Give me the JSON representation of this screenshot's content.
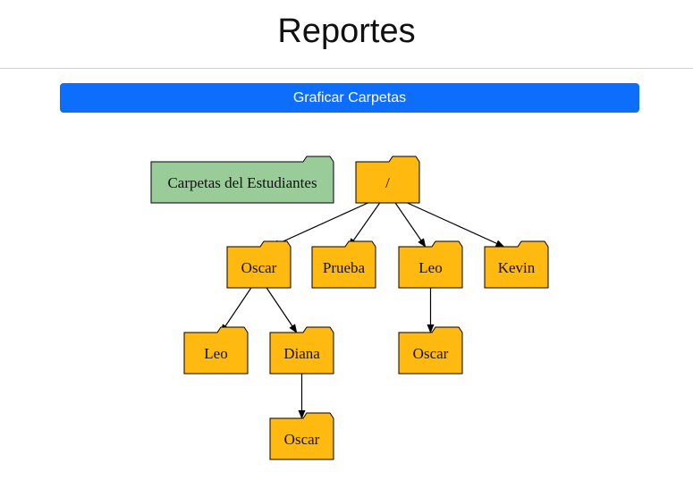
{
  "header": {
    "title": "Reportes"
  },
  "toolbar": {
    "graph_button_label": "Graficar Carpetas"
  },
  "colors": {
    "button_bg": "#0d6efd",
    "folder_fill": "#ffb90f",
    "legend_fill": "#99cc99",
    "stroke": "#000000"
  },
  "tree": {
    "legend": {
      "label": "Carpetas del Estudiantes"
    },
    "nodes": [
      {
        "id": "root",
        "label": "/"
      },
      {
        "id": "oscar",
        "label": "Oscar"
      },
      {
        "id": "prueba",
        "label": "Prueba"
      },
      {
        "id": "leo",
        "label": "Leo"
      },
      {
        "id": "kevin",
        "label": "Kevin"
      },
      {
        "id": "oscar-leo",
        "label": "Leo"
      },
      {
        "id": "oscar-diana",
        "label": "Diana"
      },
      {
        "id": "leo-oscar",
        "label": "Oscar"
      },
      {
        "id": "diana-oscar",
        "label": "Oscar"
      }
    ],
    "edges": [
      {
        "from": "root",
        "to": "oscar"
      },
      {
        "from": "root",
        "to": "prueba"
      },
      {
        "from": "root",
        "to": "leo"
      },
      {
        "from": "root",
        "to": "kevin"
      },
      {
        "from": "oscar",
        "to": "oscar-leo"
      },
      {
        "from": "oscar",
        "to": "oscar-diana"
      },
      {
        "from": "leo",
        "to": "leo-oscar"
      },
      {
        "from": "oscar-diana",
        "to": "diana-oscar"
      }
    ]
  }
}
